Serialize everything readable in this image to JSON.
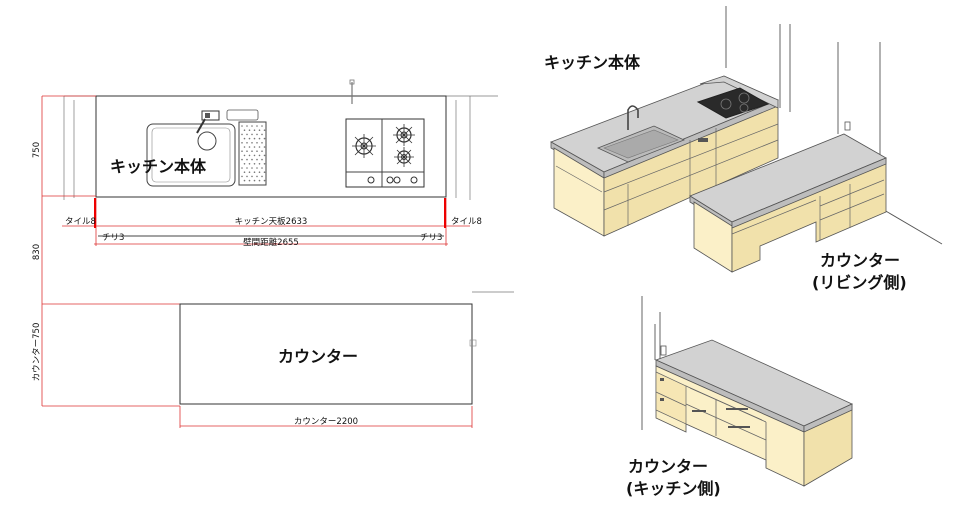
{
  "plan": {
    "kitchen_label": "キッチン本体",
    "counter_label": "カウンター",
    "dims": {
      "height_750": "750",
      "height_830": "830",
      "counter_750": "カウンター750",
      "tile_left": "タイル8",
      "tile_right": "タイル8",
      "top_width": "キッチン天板2633",
      "chiri_left": "チリ3",
      "chiri_right": "チリ3",
      "wall_distance": "壁間距離2655",
      "counter_width": "カウンター2200"
    }
  },
  "views": {
    "kitchen_label": "キッチン本体",
    "living_side_line1": "カウンター",
    "living_side_line2": "(リビング側)",
    "kitchen_side_line1": "カウンター",
    "kitchen_side_line2": "(キッチン側)"
  },
  "colors": {
    "cabinet": "#fbf0c8",
    "countertop": "#d2d2d2",
    "dimension_red": "#e00000"
  }
}
